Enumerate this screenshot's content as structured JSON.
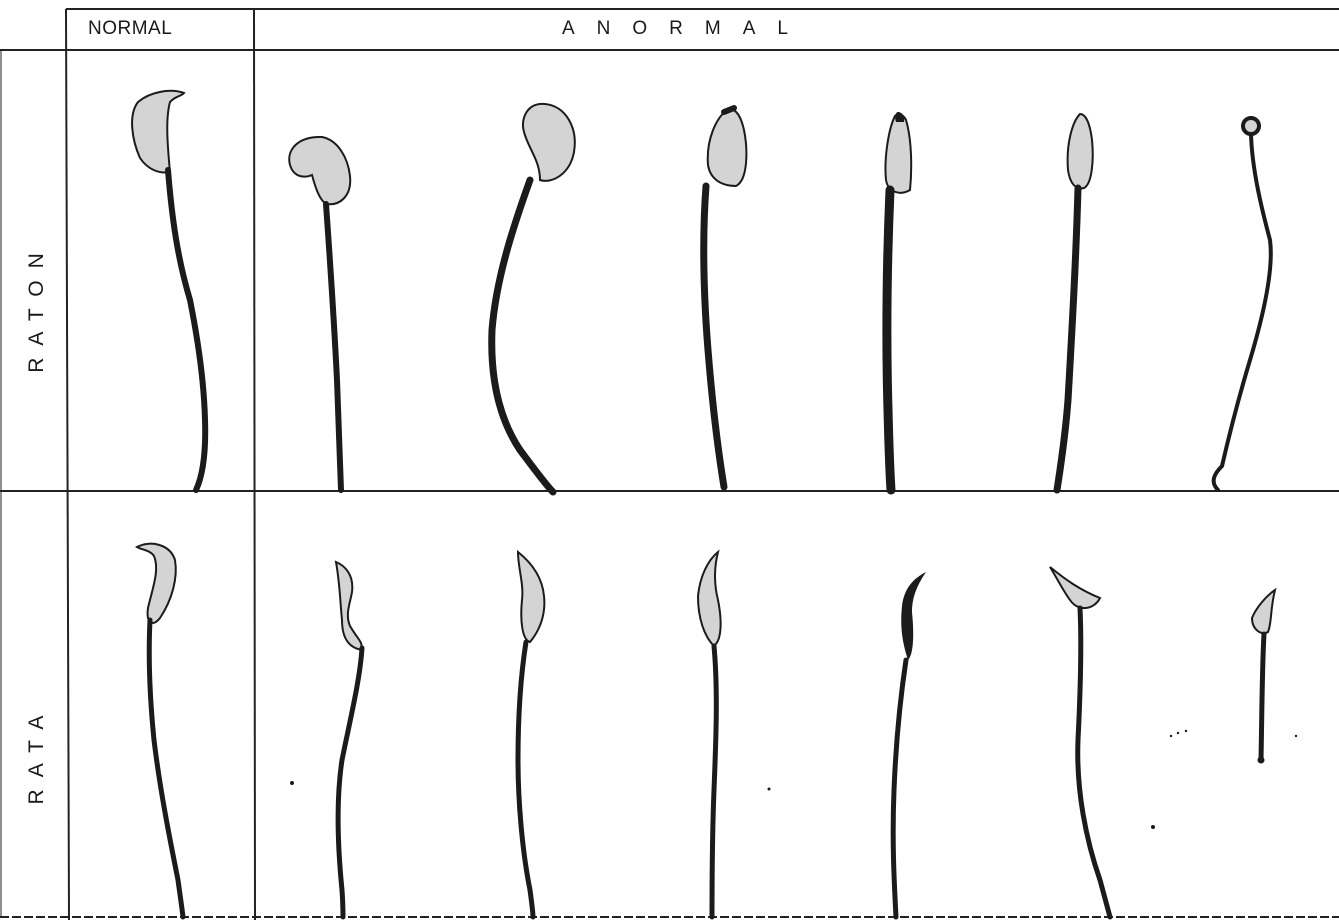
{
  "header": {
    "normal_label": "NORMAL",
    "anormal_label": "ANORMAL"
  },
  "rows": [
    {
      "label": "RATON"
    },
    {
      "label": "RATA"
    }
  ],
  "colors": {
    "ink": "#1b1b1b",
    "head_fill": "#d9d9d9",
    "line": "#222222"
  }
}
